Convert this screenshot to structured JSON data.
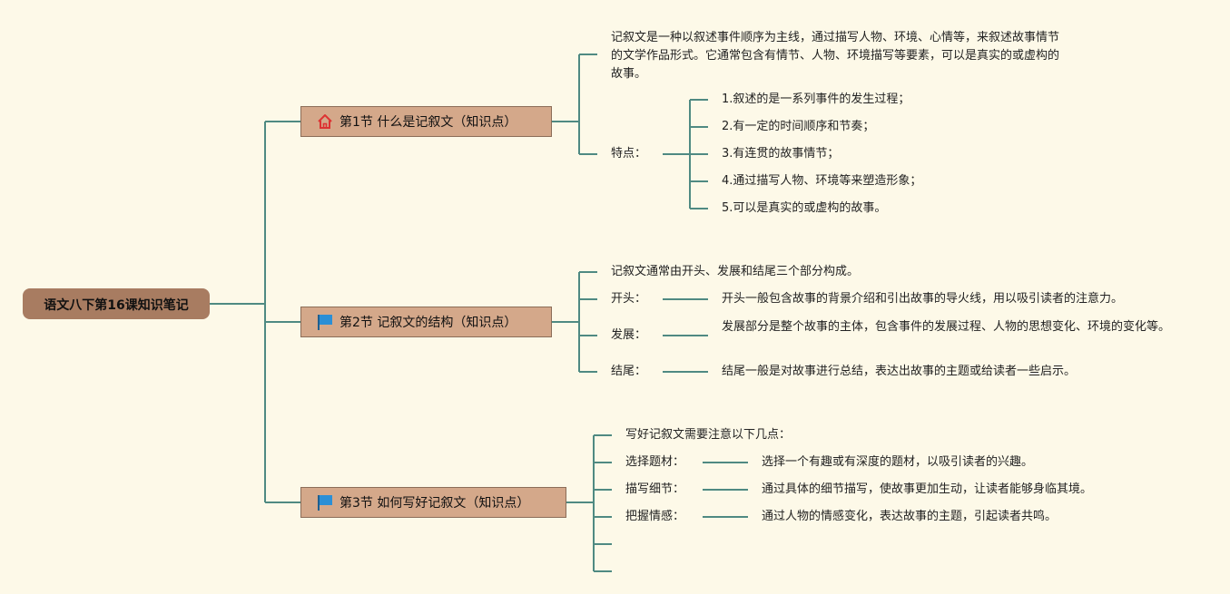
{
  "root": {
    "title": "语文八下第16课知识笔记"
  },
  "sections": [
    {
      "title": "第1节 什么是记叙文（知识点）",
      "icon": "home-icon",
      "definition": "记叙文是一种以叙述事件顺序为主线，通过描写人物、环境、心情等，来叙述故事情节的文学作品形式。它通常包含有情节、人物、环境描写等要素，可以是真实的或虚构的故事。",
      "features_label": "特点：",
      "features": [
        "1.叙述的是一系列事件的发生过程；",
        "2.有一定的时间顺序和节奏；",
        "3.有连贯的故事情节；",
        "4.通过描写人物、环境等来塑造形象；",
        "5.可以是真实的或虚构的故事。"
      ]
    },
    {
      "title": "第2节 记叙文的结构（知识点）",
      "icon": "flag-icon",
      "intro": "记叙文通常由开头、发展和结尾三个部分构成。",
      "items": [
        {
          "label": "开头：",
          "text": "开头一般包含故事的背景介绍和引出故事的导火线，用以吸引读者的注意力。"
        },
        {
          "label": "发展：",
          "text": "发展部分是整个故事的主体，包含事件的发展过程、人物的思想变化、环境的变化等。"
        },
        {
          "label": "结尾：",
          "text": "结尾一般是对故事进行总结，表达出故事的主题或给读者一些启示。"
        }
      ]
    },
    {
      "title": "第3节 如何写好记叙文（知识点）",
      "icon": "flag-icon",
      "intro": "写好记叙文需要注意以下几点：",
      "items": [
        {
          "label": "选择题材：",
          "text": "选择一个有趣或有深度的题材，以吸引读者的兴趣。"
        },
        {
          "label": "描写细节：",
          "text": "通过具体的细节描写，使故事更加生动，让读者能够身临其境。"
        },
        {
          "label": "把握情感：",
          "text": "通过人物的情感变化，表达故事的主题，引起读者共鸣。"
        }
      ]
    }
  ],
  "colors": {
    "line": "#4f8a82",
    "root": "#a87c61",
    "section": "#d4a88a",
    "background": "#fdf9e8"
  }
}
